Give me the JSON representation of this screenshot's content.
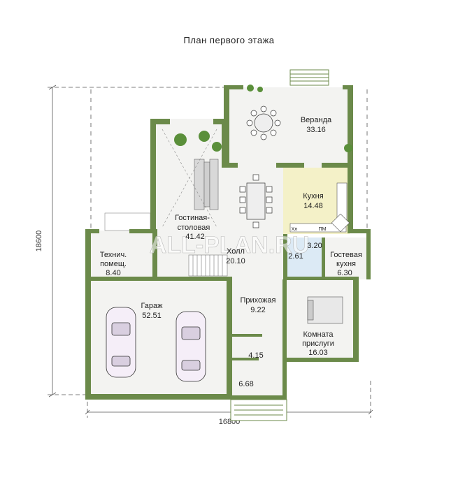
{
  "title": "План первого этажа",
  "dimensions": {
    "width": "16800",
    "height": "18600"
  },
  "watermark": "ALL-PLAN.RU",
  "rooms": [
    {
      "name": "Веранда",
      "area": "33.16"
    },
    {
      "name": "Кухня",
      "area": "14.48"
    },
    {
      "name": "Гостиная-",
      "name2": "столовая",
      "area": "41.42"
    },
    {
      "name": "Холл",
      "area": "20.10"
    },
    {
      "name": "Технич.",
      "name2": "помещ.",
      "area": "8.40"
    },
    {
      "name": "Гараж",
      "area": "52.51"
    },
    {
      "name": "Прихожая",
      "area": "9.22"
    },
    {
      "name": "Гостевая",
      "name2": "кухня",
      "area": "6.30"
    },
    {
      "name": "Комната",
      "name2": "прислуги",
      "area": "16.03"
    }
  ],
  "small_areas": {
    "wc1": "2.61",
    "wc2": "3.20",
    "vestibule": "4.15",
    "porch": "6.68"
  },
  "appliance_labels": {
    "fridge": "Хл",
    "dishwasher": "ПМ"
  },
  "colors": {
    "wall": "#6b8a4a",
    "kitchen": "#f4f1c8",
    "floor": "#f3f3f1",
    "bath": "#dceaf5"
  }
}
